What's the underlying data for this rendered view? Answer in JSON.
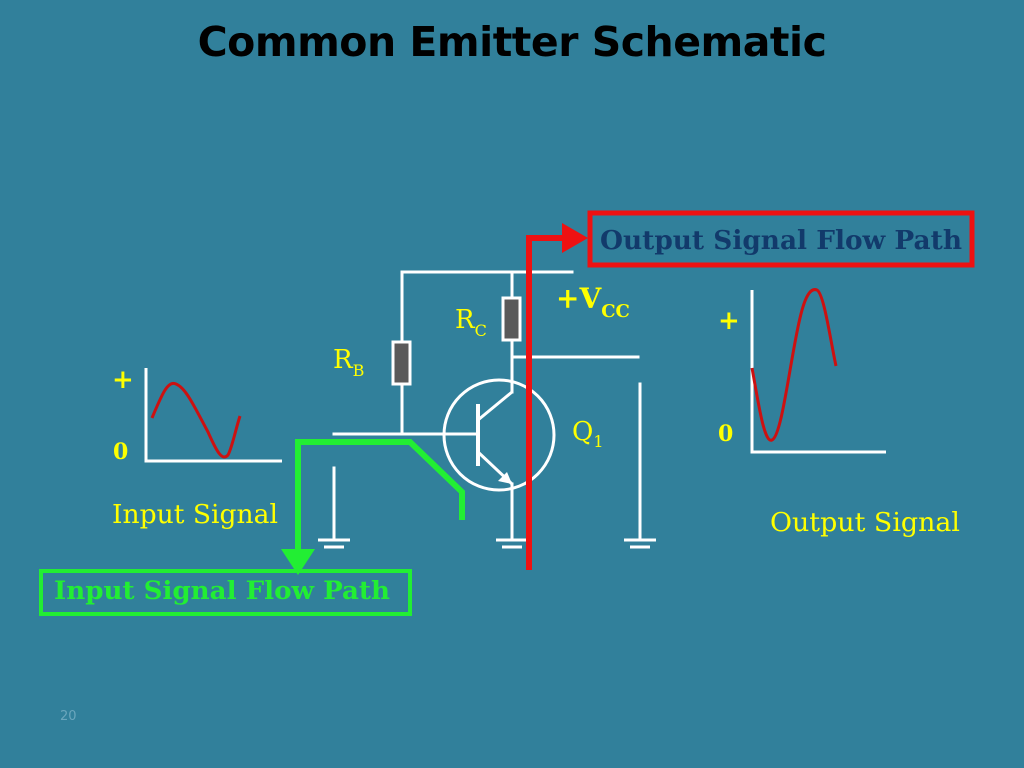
{
  "slide": {
    "title": "Common Emitter Schematic",
    "page_number": "20"
  },
  "labels": {
    "vcc_prefix": "+V",
    "vcc_sub": "CC",
    "rc_main": "R",
    "rc_sub": "C",
    "rb_main": "R",
    "rb_sub": "B",
    "q1_main": "Q",
    "q1_sub": "1",
    "input_plus": "+",
    "input_zero": "0",
    "output_plus": "+",
    "output_zero": "0",
    "input_signal": "Input Signal",
    "output_signal": "Output Signal",
    "input_flow_path": "Input Signal Flow Path",
    "output_flow_path": "Output Signal Flow Path"
  },
  "colors": {
    "background": "#31809B",
    "wire": "#FFFFFF",
    "label_yellow": "#FFFF00",
    "input_path": "#22EE33",
    "output_path": "#EE1111",
    "waveform": "#CC1111",
    "resistor_fill": "#5A5A5A",
    "output_box_text": "#123A6B"
  }
}
